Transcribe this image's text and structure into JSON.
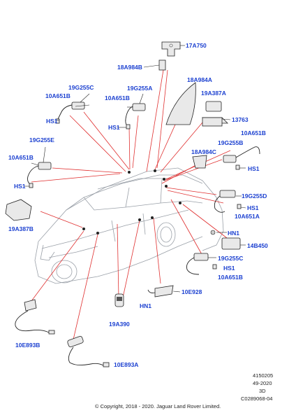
{
  "labels": {
    "l17A750": "17A750",
    "l18A984B": "18A984B",
    "l18A984A": "18A984A",
    "l19G255C_a": "19G255C",
    "l10A651B_a": "10A651B",
    "lHS1_a": "HS1",
    "l19G255A": "19G255A",
    "l10A651B_b": "10A651B",
    "lHS1_b": "HS1",
    "l19A387A": "19A387A",
    "l13763": "13763",
    "l10A651B_c": "10A651B",
    "l19G255B": "19G255B",
    "l18A984C": "18A984C",
    "lHS1_c": "HS1",
    "l19G255E": "19G255E",
    "l10A651B_d": "10A651B",
    "lHS1_d": "HS1",
    "l19G255D": "19G255D",
    "lHS1_e": "HS1",
    "l10A651A": "10A651A",
    "l19A387B": "19A387B",
    "lHN1_a": "HN1",
    "l14B450": "14B450",
    "l19G255C_b": "19G255C",
    "lHS1_f": "HS1",
    "l10A651B_e": "10A651B",
    "l10E928": "10E928",
    "lHN1_b": "HN1",
    "l19A390": "19A390",
    "l10E893B": "10E893B",
    "l10E893A": "10E893A"
  },
  "footer": {
    "ref_number": "4150205",
    "date": "49-2020",
    "view": "3D",
    "drawing_id": "C0289068-04",
    "copyright": "© Copyright, 2018 - 2020. Jaguar Land Rover Limited."
  },
  "colors": {
    "label": "#1a3fd0",
    "callout": "#e03030",
    "car_outline": "#9aa0a8"
  }
}
